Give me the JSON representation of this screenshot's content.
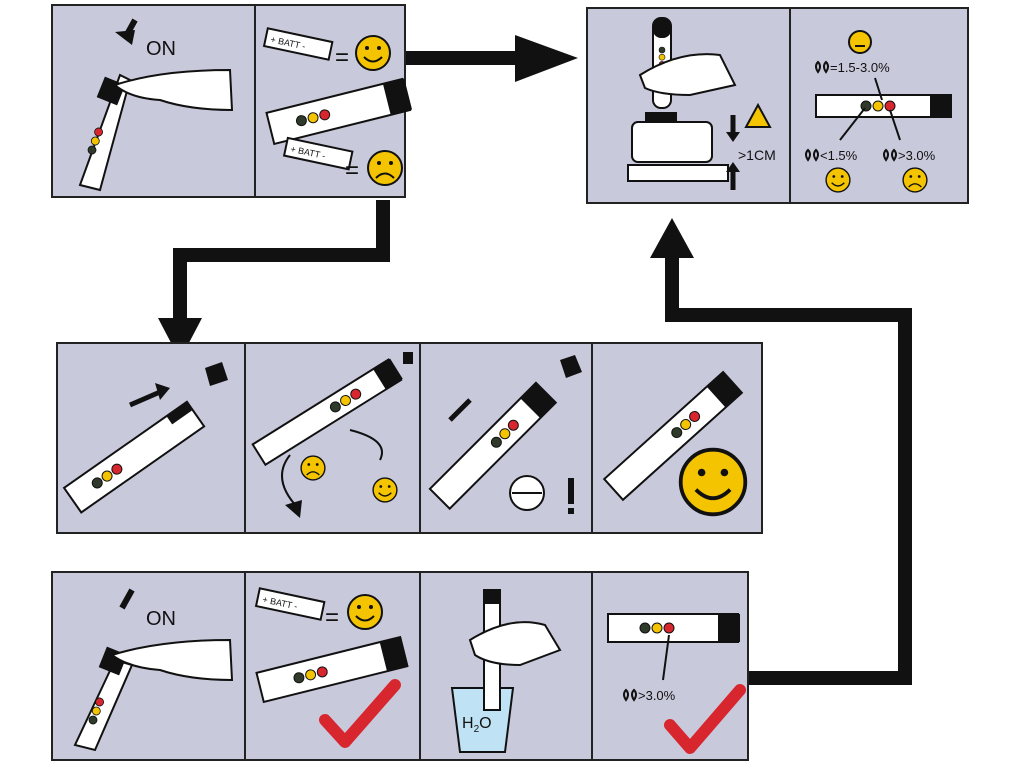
{
  "labels": {
    "on": "ON",
    "batt": "+ BATT -",
    "equals": "=",
    "distance": ">1CM",
    "range_mid": "=1.5-3.0%",
    "range_low": "<1.5%",
    "range_high": ">3.0%",
    "water": "H",
    "water_sub": "2",
    "water_o": "O"
  },
  "colors": {
    "panel": "#c9c9dc",
    "led_green": "#2f3a2a",
    "led_yellow": "#f5c400",
    "led_red": "#d8262e",
    "check": "#d8262e",
    "warning": "#f5c400"
  },
  "icons": [
    "pointing-hand-icon",
    "battery-icon",
    "smiley-happy-icon",
    "smiley-sad-icon",
    "smiley-neutral-icon",
    "warning-icon",
    "droplet-icon",
    "checkmark-icon",
    "water-glass-icon",
    "flow-arrow-icon"
  ]
}
